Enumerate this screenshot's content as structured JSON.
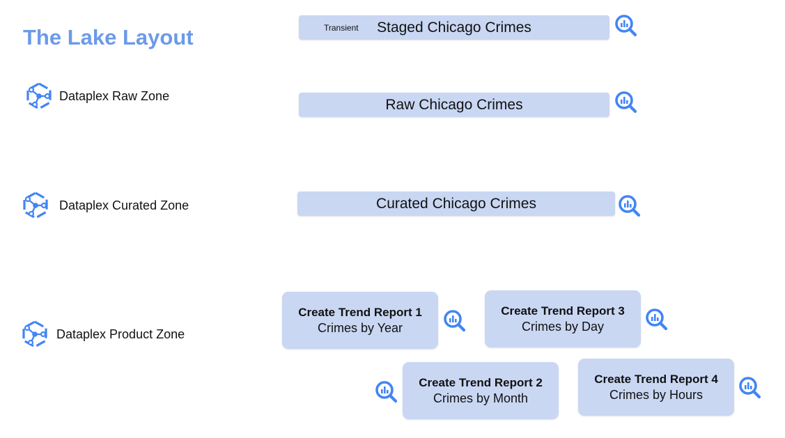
{
  "title": "The Lake Layout",
  "colors": {
    "title": "#6b9ae8",
    "box_fill": "#c9d7f3",
    "icon_blue": "#4285f4"
  },
  "zones": [
    {
      "label": "Dataplex Raw Zone",
      "icon": "dataplex-icon"
    },
    {
      "label": "Dataplex Curated Zone",
      "icon": "dataplex-icon"
    },
    {
      "label": "Dataplex Product Zone",
      "icon": "dataplex-icon"
    }
  ],
  "tables": {
    "staged": {
      "tag": "Transient",
      "label": "Staged Chicago Crimes",
      "icon": "bigquery-icon"
    },
    "raw": {
      "label": "Raw Chicago Crimes",
      "icon": "bigquery-icon"
    },
    "curated": {
      "label": "Curated Chicago Crimes",
      "icon": "bigquery-icon"
    }
  },
  "reports": [
    {
      "title": "Create Trend Report 1",
      "subtitle": "Crimes by Year",
      "icon": "bigquery-icon"
    },
    {
      "title": "Create Trend Report 2",
      "subtitle": "Crimes by Month",
      "icon": "bigquery-icon"
    },
    {
      "title": "Create Trend Report 3",
      "subtitle": "Crimes by Day",
      "icon": "bigquery-icon"
    },
    {
      "title": "Create Trend Report 4",
      "subtitle": "Crimes by Hours",
      "icon": "bigquery-icon"
    }
  ]
}
